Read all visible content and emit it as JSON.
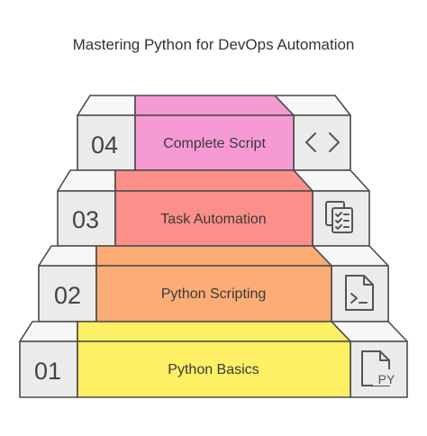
{
  "title": "Mastering Python for DevOps Automation",
  "steps": [
    {
      "number": "01",
      "label": "Python Basics",
      "color": "#fef065",
      "icon": "python-file-icon"
    },
    {
      "number": "02",
      "label": "Python Scripting",
      "color": "#fbad75",
      "icon": "script-file-icon"
    },
    {
      "number": "03",
      "label": "Task Automation",
      "color": "#fb8f8a",
      "icon": "checklist-documents-icon"
    },
    {
      "number": "04",
      "label": "Complete Script",
      "color": "#f69ad3",
      "icon": "code-brackets-icon"
    }
  ],
  "colors": {
    "side_front": "#ebebeb",
    "side_top": "#f7f7f7",
    "edge": "#4a4a4a"
  }
}
